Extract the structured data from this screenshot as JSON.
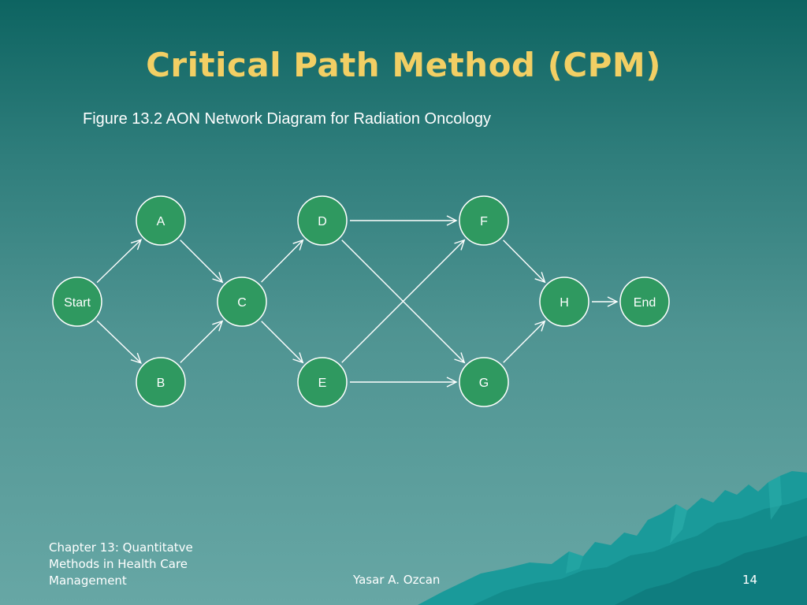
{
  "slide": {
    "title": "Critical Path Method (CPM)",
    "subtitle": "Figure 13.2 AON Network Diagram for Radiation Oncology",
    "footer_left": "Chapter 13: Quantitatve Methods in Health Care Management",
    "footer_center": "Yasar A. Ozcan",
    "page_number": "14"
  },
  "diagram": {
    "nodes": [
      {
        "id": "start",
        "label": "Start"
      },
      {
        "id": "a",
        "label": "A"
      },
      {
        "id": "b",
        "label": "B"
      },
      {
        "id": "c",
        "label": "C"
      },
      {
        "id": "d",
        "label": "D"
      },
      {
        "id": "e",
        "label": "E"
      },
      {
        "id": "f",
        "label": "F"
      },
      {
        "id": "g",
        "label": "G"
      },
      {
        "id": "h",
        "label": "H"
      },
      {
        "id": "end",
        "label": "End"
      }
    ],
    "edges": [
      {
        "from": "start",
        "to": "a"
      },
      {
        "from": "start",
        "to": "b"
      },
      {
        "from": "a",
        "to": "c"
      },
      {
        "from": "b",
        "to": "c"
      },
      {
        "from": "c",
        "to": "d"
      },
      {
        "from": "c",
        "to": "e"
      },
      {
        "from": "d",
        "to": "f"
      },
      {
        "from": "d",
        "to": "g"
      },
      {
        "from": "e",
        "to": "f"
      },
      {
        "from": "e",
        "to": "g"
      },
      {
        "from": "f",
        "to": "h"
      },
      {
        "from": "g",
        "to": "h"
      },
      {
        "from": "h",
        "to": "end"
      }
    ]
  },
  "colors": {
    "title": "#f2cf64",
    "node_fill": "#2f9960",
    "node_stroke": "#ffffff",
    "background_top": "#0d6461",
    "background_bottom": "#67a7a5"
  }
}
